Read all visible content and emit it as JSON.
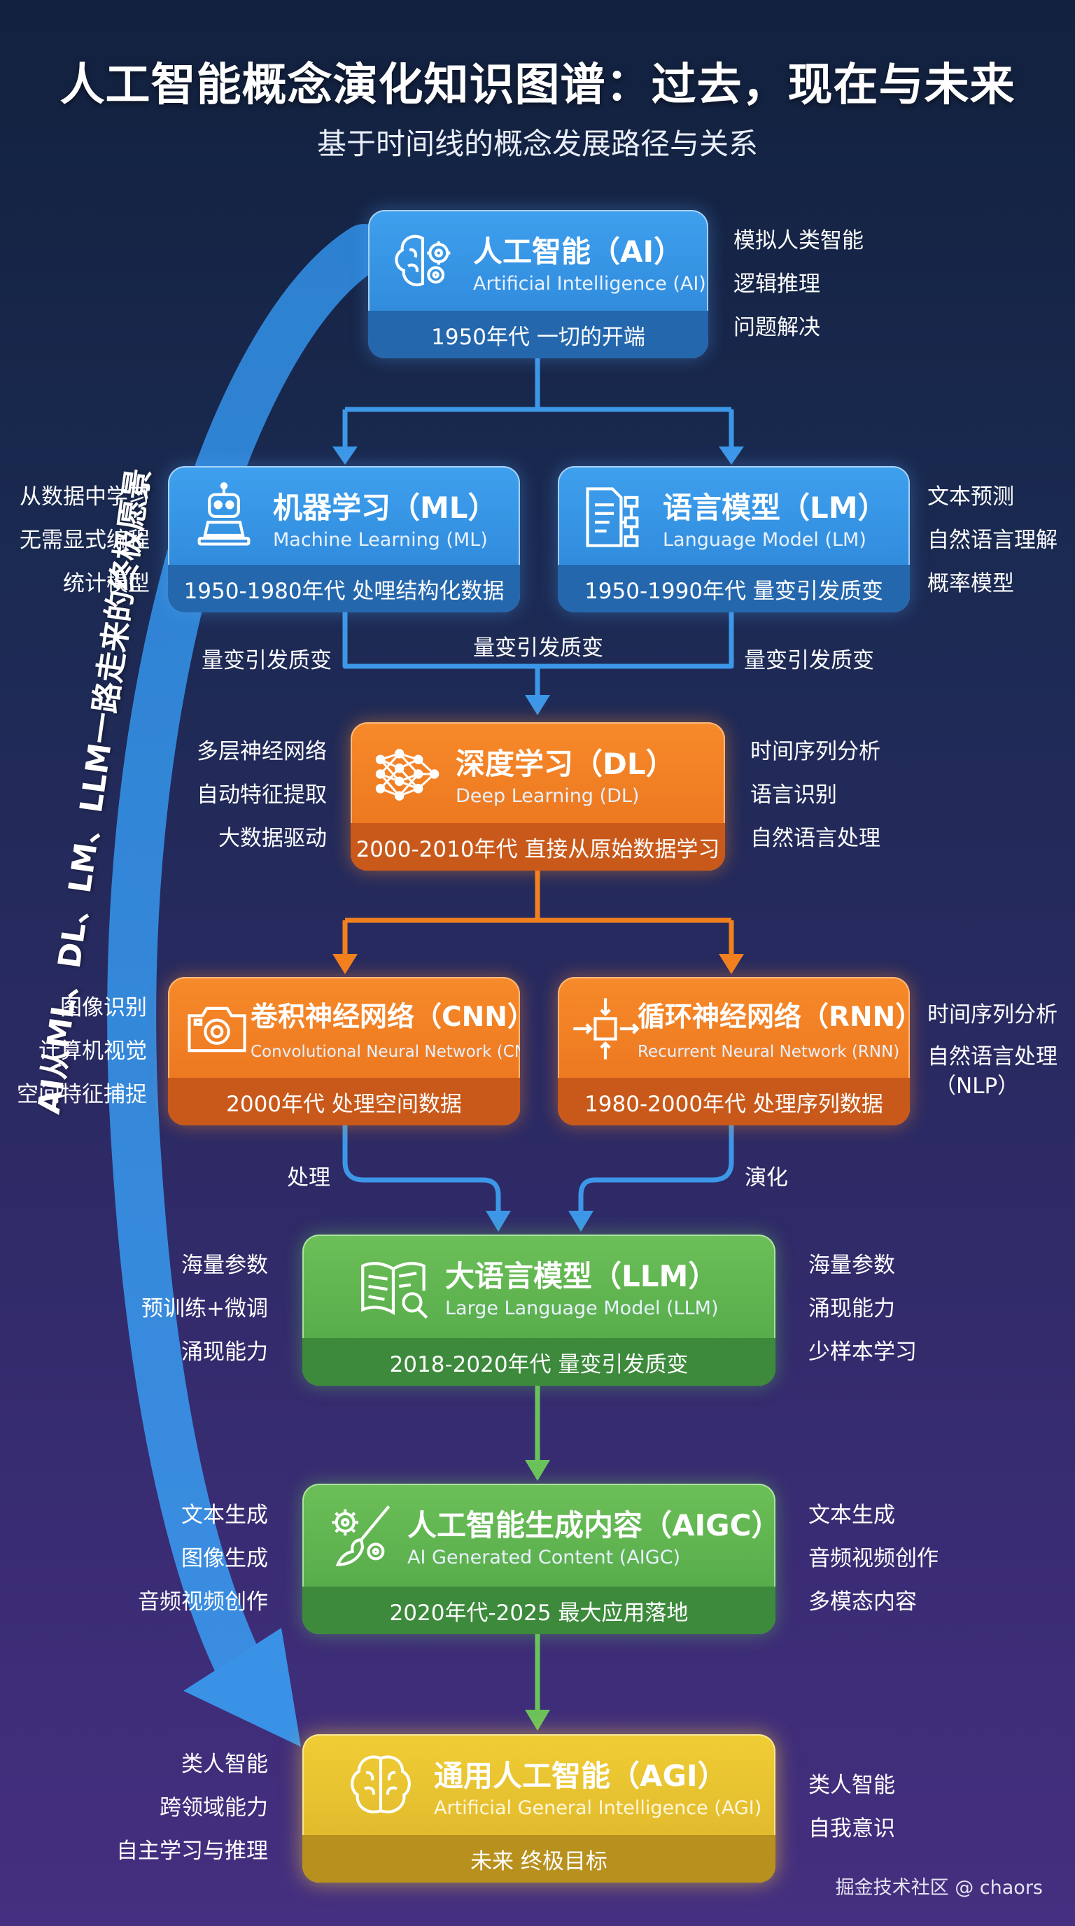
{
  "title": "人工智能概念演化知识图谱：过去，现在与未来",
  "subtitle": "基于时间线的概念发展路径与关系",
  "colors": {
    "blue": "#3ea0ee",
    "orange": "#f78a2a",
    "green": "#6cbf58",
    "gold": "#f0cd35",
    "connector_blue": "#3d97e8",
    "connector_orange": "#f2801f",
    "connector_green": "#6ac25a"
  },
  "arc_label": "AI从ML、DL、LM、LLM一路走来的终极愿景",
  "nodes": {
    "ai": {
      "title": "人工智能（AI）",
      "english": "Artificial Intelligence (AI)",
      "period": "1950年代 一切的开端",
      "icon": "brain-gear-icon",
      "tags_right": [
        "模拟人类智能",
        "逻辑推理",
        "问题解决"
      ]
    },
    "ml": {
      "title": "机器学习（ML）",
      "english": "Machine Learning (ML)",
      "period": "1950-1980年代 处哩结构化数据",
      "icon": "robot-icon",
      "tags_left": [
        "从数据中学习",
        "无需显式编程",
        "统计模型"
      ]
    },
    "lm": {
      "title": "语言模型（LM）",
      "english": "Language Model (LM)",
      "period": "1950-1990年代 量变引发质变",
      "icon": "document-tree-icon",
      "tags_right": [
        "文本预测",
        "自然语言理解",
        "概率模型"
      ]
    },
    "dl": {
      "title": "深度学习（DL）",
      "english": "Deep Learning (DL)",
      "period": "2000-2010年代 直接从原始数据学习",
      "icon": "neural-network-icon",
      "tags_left": [
        "多层神经网络",
        "自动特征提取",
        "大数据驱动"
      ],
      "tags_right": [
        "时间序列分析",
        "语言识别",
        "自然语言处理"
      ]
    },
    "cnn": {
      "title": "卷积神经网络（CNN）",
      "english": "Convolutional Neural Network (CNN)",
      "period": "2000年代 处理空间数据",
      "icon": "camera-icon",
      "tags_left": [
        "图像识别",
        "计算机视觉",
        "空间特征捕捉"
      ]
    },
    "rnn": {
      "title": "循环神经网络（RNN）",
      "english": "Recurrent Neural Network (RNN)",
      "period": "1980-2000年代 处理序列数据",
      "icon": "recurrent-arrows-icon",
      "tags_right": [
        "时间序列分析",
        "自然语言处理",
        "（NLP）"
      ]
    },
    "llm": {
      "title": "大语言模型（LLM）",
      "english": "Large Language Model (LLM)",
      "period": "2018-2020年代 量变引发质变",
      "icon": "book-magnifier-icon",
      "tags_left": [
        "海量参数",
        "预训练+微调",
        "涌现能力"
      ],
      "tags_right": [
        "海量参数",
        "涌现能力",
        "少样本学习"
      ]
    },
    "aigc": {
      "title": "人工智能生成内容（AIGC）",
      "english": "AI Generated Content (AIGC)",
      "period": "2020年代-2025 最大应用落地",
      "icon": "gear-brush-icon",
      "tags_left": [
        "文本生成",
        "图像生成",
        "音频视频创作"
      ],
      "tags_right": [
        "文本生成",
        "音频视频创作",
        "多模态内容"
      ]
    },
    "agi": {
      "title": "通用人工智能（AGI）",
      "english": "Artificial General Intelligence (AGI)",
      "period": "未来 终极目标",
      "icon": "brain-circuit-icon",
      "tags_left": [
        "类人智能",
        "跨领域能力",
        "自主学习与推理"
      ],
      "tags_right": [
        "类人智能",
        "自我意识"
      ]
    }
  },
  "connector_labels": {
    "ml_to_dl": "量变引发质变",
    "center_to_dl": "量变引发质变",
    "lm_to_dl": "量变引发质变",
    "cnn_to_llm": "处理",
    "rnn_to_llm": "演化"
  },
  "credit": "掘金技术社区 @ chaors"
}
